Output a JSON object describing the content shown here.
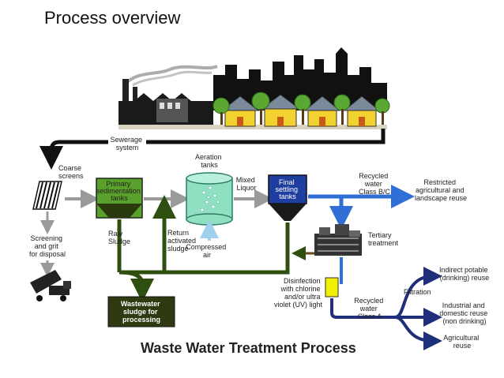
{
  "title": "Process overview",
  "footer_title": "Waste Water Treatment Process",
  "nodes": {
    "sewerage": [
      "Sewerage",
      "system"
    ],
    "coarse_screens": [
      "Coarse",
      "screens"
    ],
    "screening": [
      "Screening",
      "and grit",
      "for disposal"
    ],
    "primary": [
      "Primary",
      "sedimentation",
      "tanks"
    ],
    "raw_sludge": [
      "Raw",
      "Sludge"
    ],
    "return_sludge": [
      "Return",
      "activated",
      "sludge"
    ],
    "aeration": [
      "Aeration",
      "tanks"
    ],
    "compressed_air": [
      "Compressed",
      "air"
    ],
    "mixed_liquor": [
      "Mixed",
      "Liquor"
    ],
    "final_settling": [
      "Final",
      "settling",
      "tanks"
    ],
    "recycled_bc": [
      "Recycled",
      "water",
      "Class B/C"
    ],
    "restricted": [
      "Restricted",
      "agricultural and",
      "landscape reuse"
    ],
    "tertiary": [
      "Tertiary",
      "treatment"
    ],
    "disinfection": [
      "Disinfection",
      "with chlorine",
      "and/or ultra",
      "violet (UV) light"
    ],
    "recycled_a": [
      "Recycled",
      "water",
      "Class A"
    ],
    "filtration": [
      "Filtration"
    ],
    "indirect_potable": [
      "Indirect potable",
      "(drinking) reuse"
    ],
    "industrial": [
      "Industrial and",
      "domestic reuse",
      "(non drinking)"
    ],
    "agricultural": [
      "Agricultural",
      "reuse"
    ],
    "wastewater_sludge": [
      "Wastewater",
      "sludge for",
      "processing"
    ]
  },
  "colors": {
    "black_flow": "#111111",
    "grey_flow": "#9a9a9a",
    "green_flow": "#2f4f10",
    "blue_flow": "#2f6fd6",
    "navy_flow": "#1f2f7a",
    "primary_tank": "#5aa02c",
    "aeration_tank": "#8fe0c0",
    "final_tank": "#1f3fa0",
    "sludge_box": "#2f3a10",
    "uv_box": "#f0f000"
  }
}
